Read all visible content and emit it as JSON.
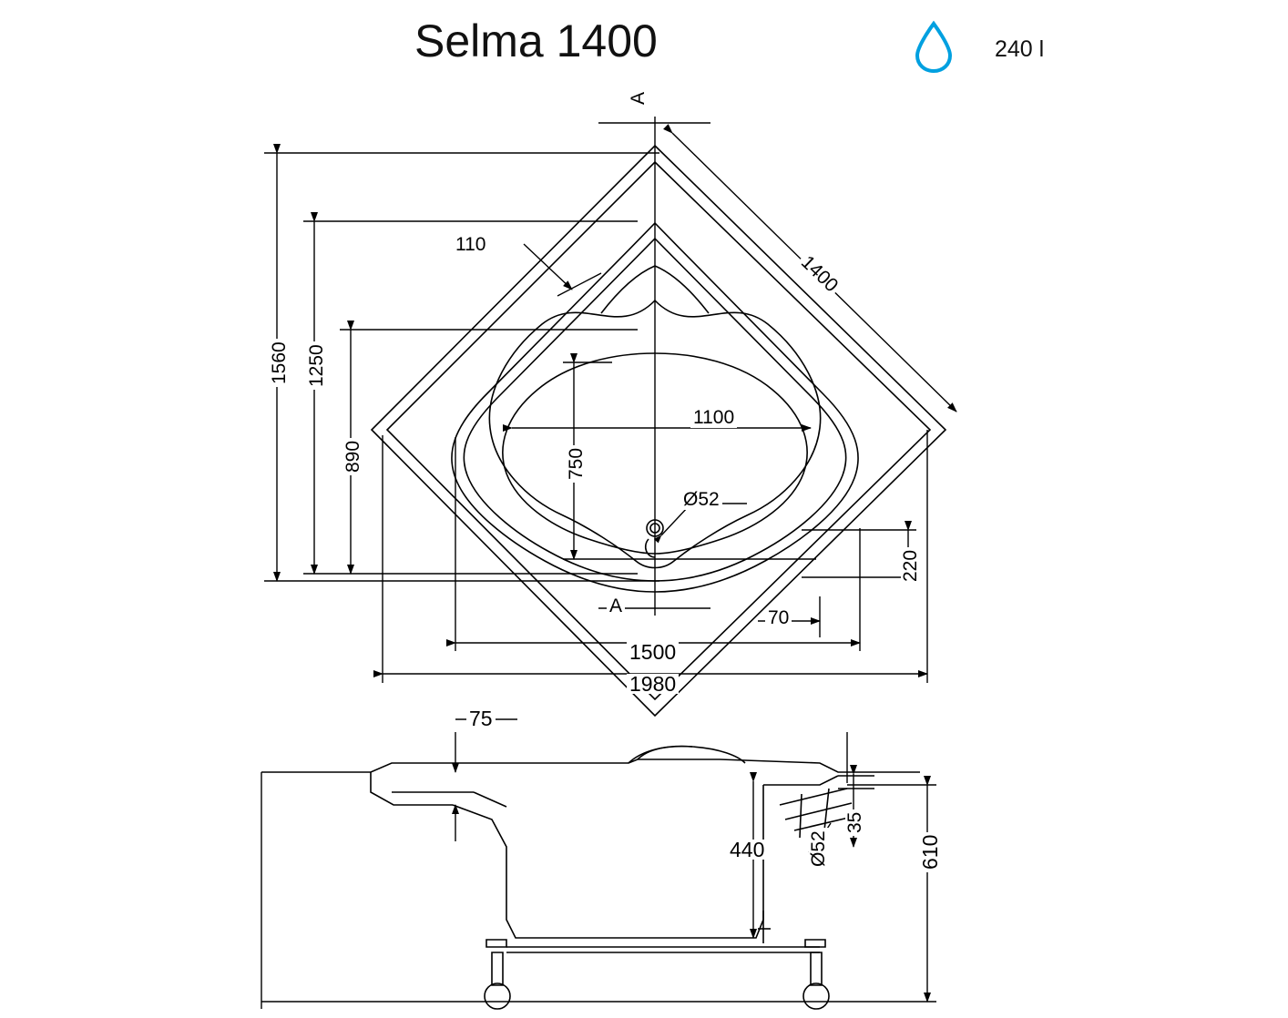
{
  "header": {
    "title": "Selma 1400",
    "volume_label": "240 l",
    "drop_icon": "water-drop-icon",
    "drop_color": "#00a0e0"
  },
  "drawing": {
    "section_marks": [
      "A",
      "A"
    ],
    "top_view_dimensions": [
      {
        "id": "d-1400",
        "text": "1400"
      },
      {
        "id": "d-1560",
        "text": "1560"
      },
      {
        "id": "d-1250",
        "text": "1250"
      },
      {
        "id": "d-890",
        "text": "890"
      },
      {
        "id": "d-110",
        "text": "110"
      },
      {
        "id": "d-1100",
        "text": "1100"
      },
      {
        "id": "d-750",
        "text": "750"
      },
      {
        "id": "d-d52-top",
        "text": "Ø52"
      },
      {
        "id": "d-220",
        "text": "220"
      },
      {
        "id": "d-70",
        "text": "70"
      },
      {
        "id": "d-1500",
        "text": "1500"
      },
      {
        "id": "d-1980",
        "text": "1980"
      }
    ],
    "side_view_dimensions": [
      {
        "id": "d-75",
        "text": "75"
      },
      {
        "id": "d-440",
        "text": "440"
      },
      {
        "id": "d-35",
        "text": "35"
      },
      {
        "id": "d-d52-side",
        "text": "Ø52"
      },
      {
        "id": "d-610",
        "text": "610"
      }
    ]
  }
}
